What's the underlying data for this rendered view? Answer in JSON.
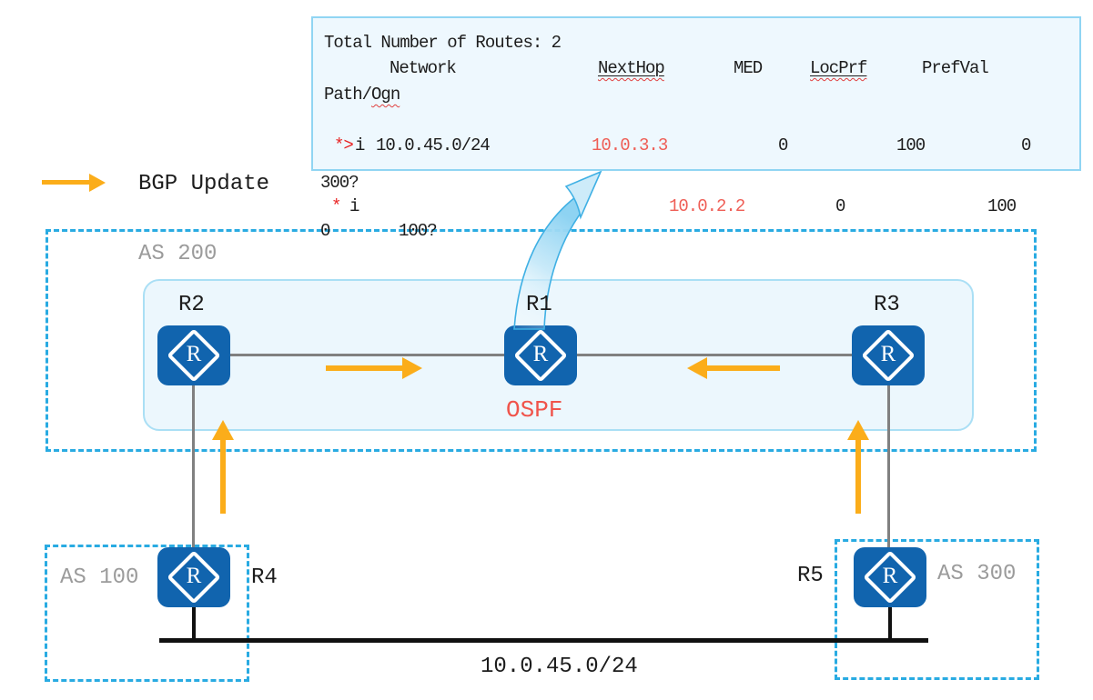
{
  "table": {
    "title": "Total Number of Routes: 2",
    "col_network": "Network",
    "col_nexthop": "NextHop",
    "col_med": "MED",
    "col_locprf": "LocPrf",
    "col_prefval": "PrefVal",
    "col_path_prefix": "Path/",
    "col_path_word": "Ogn",
    "row1": {
      "flag": "*>",
      "flag_i": "i",
      "network": "10.0.45.0/24",
      "nexthop": "10.0.3.3",
      "med": "0",
      "locprf": "100",
      "prefval": "0",
      "path": "300?"
    },
    "row2": {
      "flag": "*",
      "flag_i": "i",
      "nexthop": "10.0.2.2",
      "med": "0",
      "locprf": "100",
      "prefval": "0",
      "path": "100?"
    }
  },
  "legend": {
    "bgp_update": "BGP Update"
  },
  "zones": {
    "as100": "AS 100",
    "as200": "AS 200",
    "as300": "AS 300"
  },
  "routers": {
    "r1": "R1",
    "r2": "R2",
    "r3": "R3",
    "r4": "R4",
    "r5": "R5"
  },
  "labels": {
    "ospf": "OSPF",
    "subnet": "10.0.45.0/24",
    "router_glyph": "R"
  },
  "colors": {
    "boundary_dash_blue": "#29abe2",
    "router_blue": "#1164ae",
    "arrow_yellow": "#fbad1a",
    "nexthop_salmon": "#ef5e56",
    "flag_red": "#e82222",
    "zone_label_gray": "#9b9b9b",
    "table_fill": "#eef8fe",
    "table_border": "#90d5f3"
  }
}
